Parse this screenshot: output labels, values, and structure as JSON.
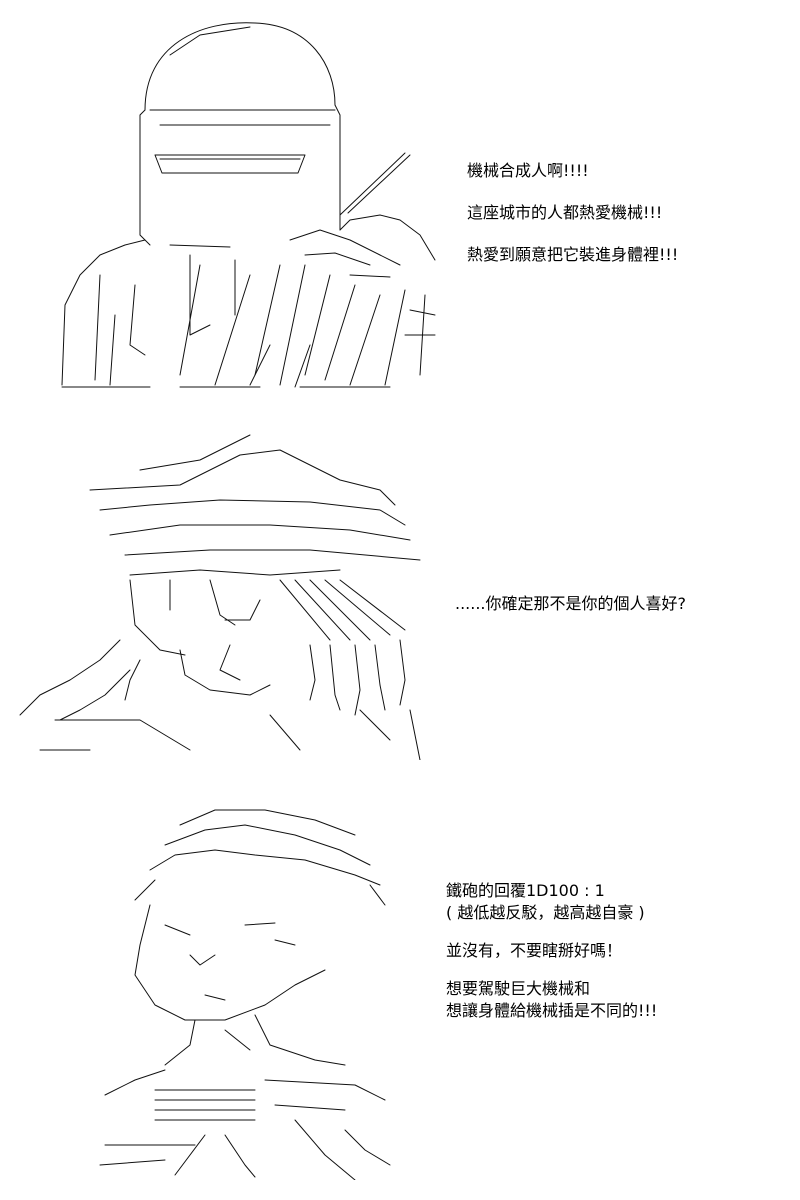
{
  "panels": [
    {
      "id": "panel-1",
      "lines": [
        "機械合成人啊!!!!",
        "這座城市的人都熱愛機械!!!",
        "熱愛到願意把它裝進身體裡!!!"
      ]
    },
    {
      "id": "panel-2",
      "lines": [
        "......你確定那不是你的個人喜好?"
      ]
    },
    {
      "id": "panel-3",
      "lines": [
        "鐵砲的回覆1D100 : 1",
        "( 越低越反駁，越高越自豪 )",
        "",
        "並沒有，不要瞎掰好嗎！",
        "",
        "想要駕駛巨大機械和",
        "想讓身體給機械插是不同的!!!"
      ]
    }
  ]
}
